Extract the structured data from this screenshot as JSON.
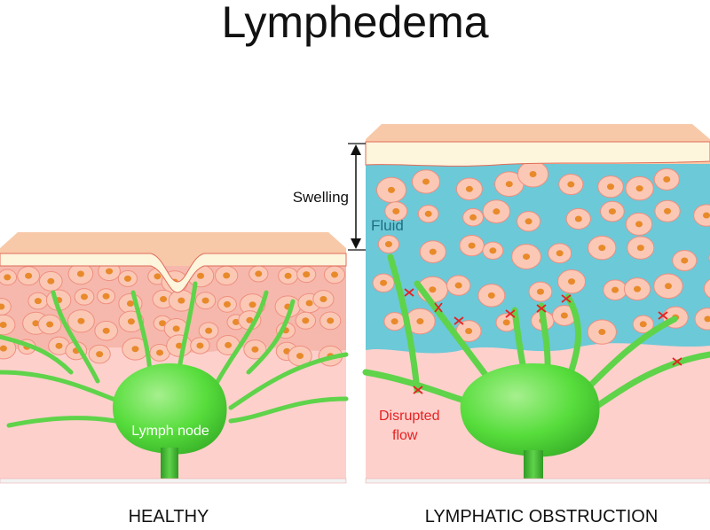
{
  "title": "Lymphedema",
  "panels": {
    "healthy": {
      "caption": "HEALTHY",
      "node_label": "Lymph node"
    },
    "obstruction": {
      "caption": "LYMPHATIC OBSTRUCTION",
      "swelling_label": "Swelling",
      "fluid_label": "Fluid",
      "disrupted_label_line1": "Disrupted",
      "disrupted_label_line2": "flow"
    }
  },
  "colors": {
    "skin_top": "#f8c9a8",
    "skin_band": "#fdf5dc",
    "tissue": "#fdd0cc",
    "cell": "#fbc8b6",
    "nucleus": "#e88a2a",
    "fluid": "#6cc9d8",
    "vessel": "#5fd34a",
    "node": "#57dd3c",
    "blockage": "#e52222",
    "fluid_text": "#1f6f7f",
    "disrupted_text": "#e52222"
  }
}
